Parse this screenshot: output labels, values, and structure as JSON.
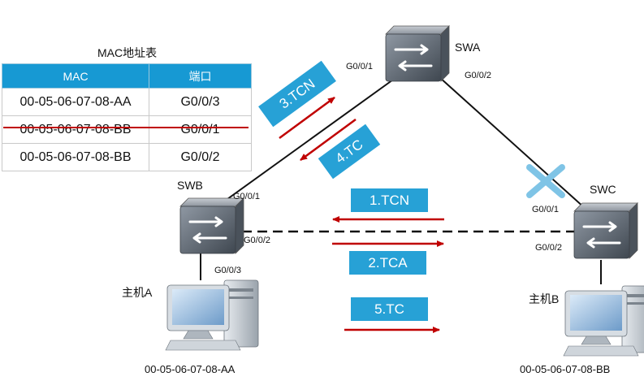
{
  "table": {
    "title": "MAC地址表",
    "headers": [
      "MAC",
      "端口"
    ],
    "rows": [
      {
        "mac": "00-05-06-07-08-AA",
        "port": "G0/0/3",
        "struck": false
      },
      {
        "mac": "00-05-06-07-08-BB",
        "port": "G0/0/1",
        "struck": true
      },
      {
        "mac": "00-05-06-07-08-BB",
        "port": "G0/0/2",
        "struck": false
      }
    ]
  },
  "switches": {
    "swa": {
      "name": "SWA",
      "port1": "G0/0/1",
      "port2": "G0/0/2"
    },
    "swb": {
      "name": "SWB",
      "port1": "G0/0/1",
      "port2": "G0/0/2",
      "port3": "G0/0/3"
    },
    "swc": {
      "name": "SWC",
      "port1": "G0/0/1",
      "port2": "G0/0/2"
    }
  },
  "hosts": {
    "a": {
      "name": "主机A",
      "mac": "00-05-06-07-08-AA"
    },
    "b": {
      "name": "主机B",
      "mac": "00-05-06-07-08-BB"
    }
  },
  "messages": {
    "m1": "1.TCN",
    "m2": "2.TCA",
    "m3": "3.TCN",
    "m4": "4.TC",
    "m5": "5.TC"
  },
  "colors": {
    "message_box": "#27a1d6",
    "arrow": "#c00000",
    "blocked_mark": "#7fc4e6",
    "table_header": "#1799d3"
  }
}
